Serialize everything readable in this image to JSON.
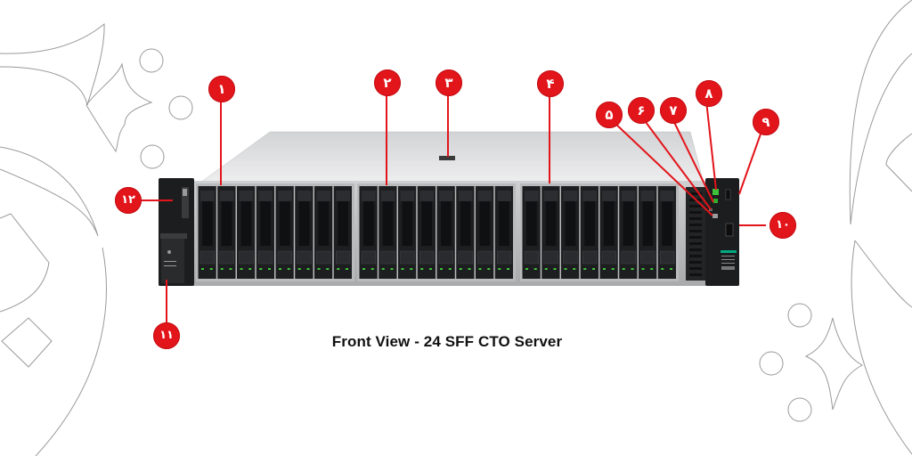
{
  "caption": "Front View - 24 SFF CTO Server",
  "callouts": [
    {
      "id": 1,
      "label": "۱",
      "target": "drive-bay-box-1"
    },
    {
      "id": 2,
      "label": "۲",
      "target": "drive-bay-box-2"
    },
    {
      "id": 3,
      "label": "۳",
      "target": "serial-label-pull-tab"
    },
    {
      "id": 4,
      "label": "۴",
      "target": "drive-bay-box-3"
    },
    {
      "id": 5,
      "label": "۵",
      "target": "uid-button-led"
    },
    {
      "id": 6,
      "label": "۶",
      "target": "health-led"
    },
    {
      "id": 7,
      "label": "۷",
      "target": "nic-status-led"
    },
    {
      "id": 8,
      "label": "۸",
      "target": "power-button-led"
    },
    {
      "id": 9,
      "label": "۹",
      "target": "ilo-service-port"
    },
    {
      "id": 10,
      "label": "۱۰",
      "target": "usb-port"
    },
    {
      "id": 11,
      "label": "۱۱",
      "target": "left-ear-module"
    },
    {
      "id": 12,
      "label": "۱۲",
      "target": "left-ear-pull-tab"
    }
  ],
  "server": {
    "drive_count": 24,
    "drive_cages": 3,
    "drives_per_cage": 8
  },
  "colors": {
    "callout_red": "#e2151b",
    "led_green": "#3fc23a",
    "chassis_black": "#1b1c1e",
    "chassis_silver": "#d9dadb",
    "hpe_green": "#01a982"
  }
}
